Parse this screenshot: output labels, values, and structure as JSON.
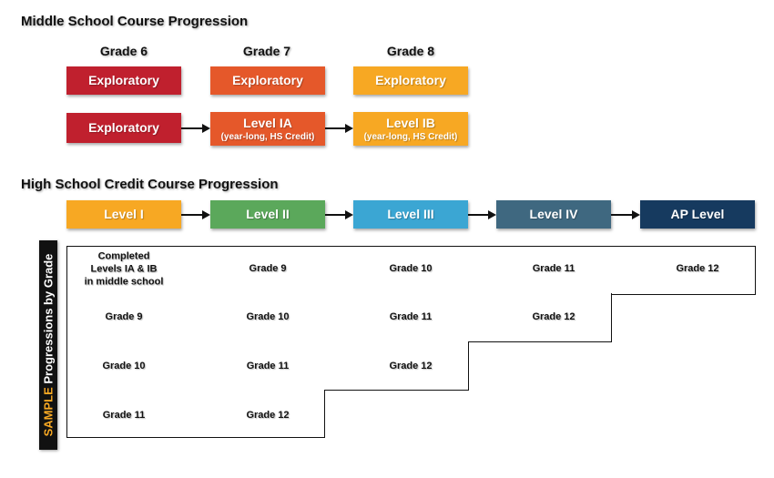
{
  "middle_school": {
    "heading": "Middle School Course Progression",
    "grade_headers": [
      "Grade 6",
      "Grade 7",
      "Grade 8"
    ],
    "row1": [
      {
        "label": "Exploratory",
        "sub": "",
        "color": "#C0202E"
      },
      {
        "label": "Exploratory",
        "sub": "",
        "color": "#E5582A"
      },
      {
        "label": "Exploratory",
        "sub": "",
        "color": "#F7A823"
      }
    ],
    "row2": [
      {
        "label": "Exploratory",
        "sub": "",
        "color": "#C0202E"
      },
      {
        "label": "Level IA",
        "sub": "(year-long, HS Credit)",
        "color": "#E5582A"
      },
      {
        "label": "Level IB",
        "sub": "(year-long, HS Credit)",
        "color": "#F7A823"
      }
    ]
  },
  "high_school": {
    "heading": "High School Credit Course Progression",
    "levels": [
      {
        "label": "Level I",
        "color": "#F7A823"
      },
      {
        "label": "Level II",
        "color": "#5BA85B"
      },
      {
        "label": "Level III",
        "color": "#3BA6D3"
      },
      {
        "label": "Level IV",
        "color": "#3F6880"
      },
      {
        "label": "AP Level",
        "color": "#163A5F"
      }
    ],
    "side_label_accent": "SAMPLE",
    "side_label_rest": " Progressions by Grade",
    "rows": [
      [
        "Completed\nLevels IA & IB\nin middle school",
        "Grade 9",
        "Grade 10",
        "Grade 11",
        "Grade 12"
      ],
      [
        "Grade 9",
        "Grade 10",
        "Grade 11",
        "Grade 12"
      ],
      [
        "Grade 10",
        "Grade 11",
        "Grade 12"
      ],
      [
        "Grade 11",
        "Grade 12"
      ]
    ]
  }
}
